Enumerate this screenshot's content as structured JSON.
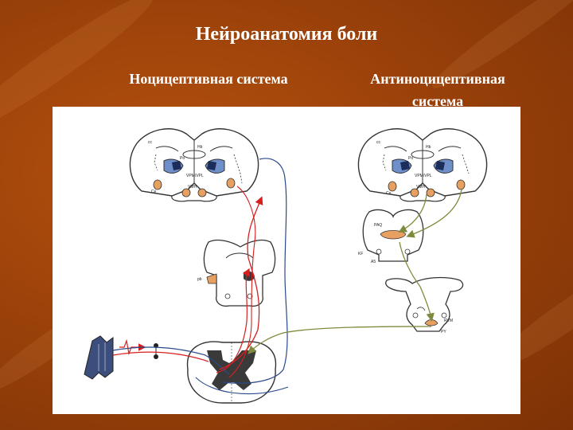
{
  "slide": {
    "title": "Нейроанатомия боли",
    "left_heading": "Ноцицептивная система",
    "right_heading_line1": "Антиноцицептивная",
    "right_heading_line2": "система"
  },
  "labels": {
    "cc": "cc",
    "hb": "Hb",
    "po": "Po",
    "vpm": "VPM/VPL",
    "vmh": "VMH",
    "ce": "Ce",
    "paq": "PAQ",
    "kf": "KF",
    "a5": "A5",
    "pb": "pb",
    "rvm": "RVM",
    "py": "PY"
  },
  "colors": {
    "background": "#9c420a",
    "nociceptive_path": "#d81f1f",
    "antinociceptive_path": "#7f8a3c",
    "dorsal_column": "#2a4a8a",
    "thalamus_blue": "#6e8fc9",
    "amygdala_orange": "#e8a060",
    "grey_matter": "#3a3a3a"
  }
}
